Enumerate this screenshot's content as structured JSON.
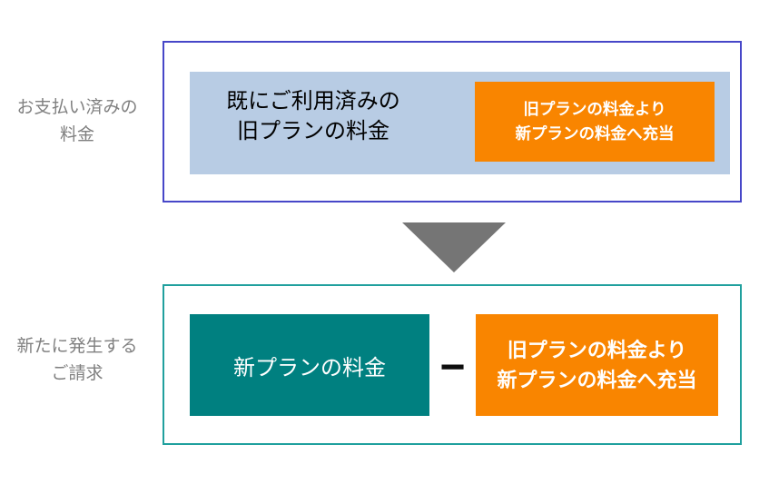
{
  "colors": {
    "blue_border": "#4747C8",
    "light_blue": "#B8CCE4",
    "orange": "#F98500",
    "teal_fill": "#008080",
    "teal_border": "#20A09E",
    "arrow_gray": "#757575",
    "label_gray": "#808080"
  },
  "paid_section": {
    "label_line1": "お支払い済みの",
    "label_line2": "料金",
    "used_fee_line1": "既にご利用済みの",
    "used_fee_line2": "旧プランの料金",
    "applied_line1": "旧プランの料金より",
    "applied_line2": "新プランの料金へ充当"
  },
  "new_billing_section": {
    "label_line1": "新たに発生する",
    "label_line2": "ご請求",
    "new_fee": "新プランの料金",
    "minus_sign": "−",
    "applied_line1": "旧プランの料金より",
    "applied_line2": "新プランの料金へ充当"
  }
}
